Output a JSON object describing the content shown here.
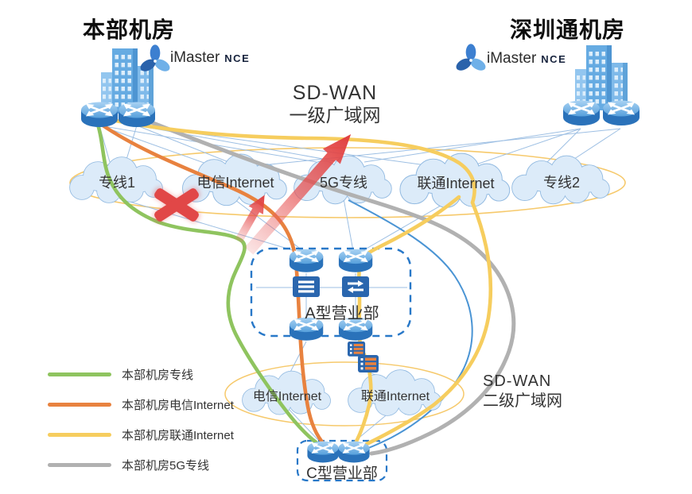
{
  "header": {
    "left_room": "本部机房",
    "right_room": "深圳通机房"
  },
  "controllers": {
    "left": {
      "brand": "iMaster",
      "product": "NCE"
    },
    "right": {
      "brand": "iMaster",
      "product": "NCE"
    }
  },
  "wan": {
    "primary": {
      "line1": "SD-WAN",
      "line2": "一级广域网"
    },
    "secondary": {
      "line1": "SD-WAN",
      "line2": "二级广域网"
    }
  },
  "clouds": {
    "top": [
      "专线1",
      "电信Internet",
      "5G专线",
      "联通Internet",
      "专线2"
    ],
    "bottom": [
      "电信Internet",
      "联通Internet"
    ]
  },
  "sites": {
    "a": "A型营业部",
    "c": "C型营业部"
  },
  "legend": {
    "items": [
      {
        "label": "本部机房专线",
        "color": "#8fc45f"
      },
      {
        "label": "本部机房电信Internet",
        "color": "#e8823f"
      },
      {
        "label": "本部机房联通Internet",
        "color": "#f6cd5e"
      },
      {
        "label": "本部机房5G专线",
        "color": "#b1b1b1"
      }
    ]
  },
  "colors": {
    "dedicated_line_green": "#8fc45f",
    "telecom_internet_orange": "#e8823f",
    "unicom_internet_yellow": "#f6cd5e",
    "line_5g_gray": "#b1b1b1",
    "alert_red": "#e14747",
    "thin_link_blue": "#9dbfe3",
    "node_blue": "#2a72ba",
    "boundary_ellipse_orange": "#f6c96b",
    "dashed_box_blue": "#2878c8",
    "cloud_fill": "#dcebf9"
  }
}
